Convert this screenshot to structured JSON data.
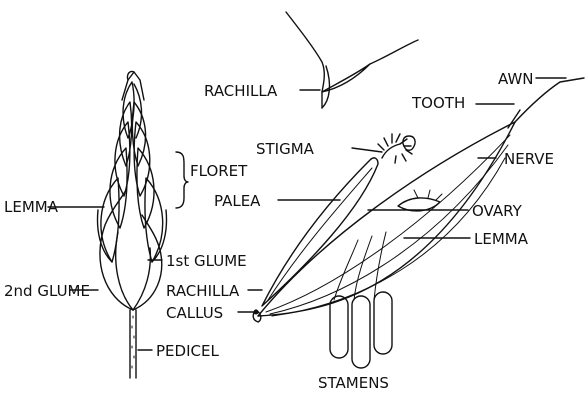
{
  "labels": {
    "rachilla_top": "RACHILLA",
    "awn": "AWN",
    "tooth": "TOOTH",
    "stigma": "STIGMA",
    "nerve": "NERVE",
    "floret": "FLORET",
    "lemma_left": "LEMMA",
    "palea": "PALEA",
    "ovary": "OVARY",
    "lemma_right": "LEMMA",
    "first_glume": "1st GLUME",
    "second_glume": "2nd GLUME",
    "rachilla_low": "RACHILLA",
    "callus": "CALLUS",
    "pedicel": "PEDICEL",
    "stamens": "STAMENS"
  }
}
